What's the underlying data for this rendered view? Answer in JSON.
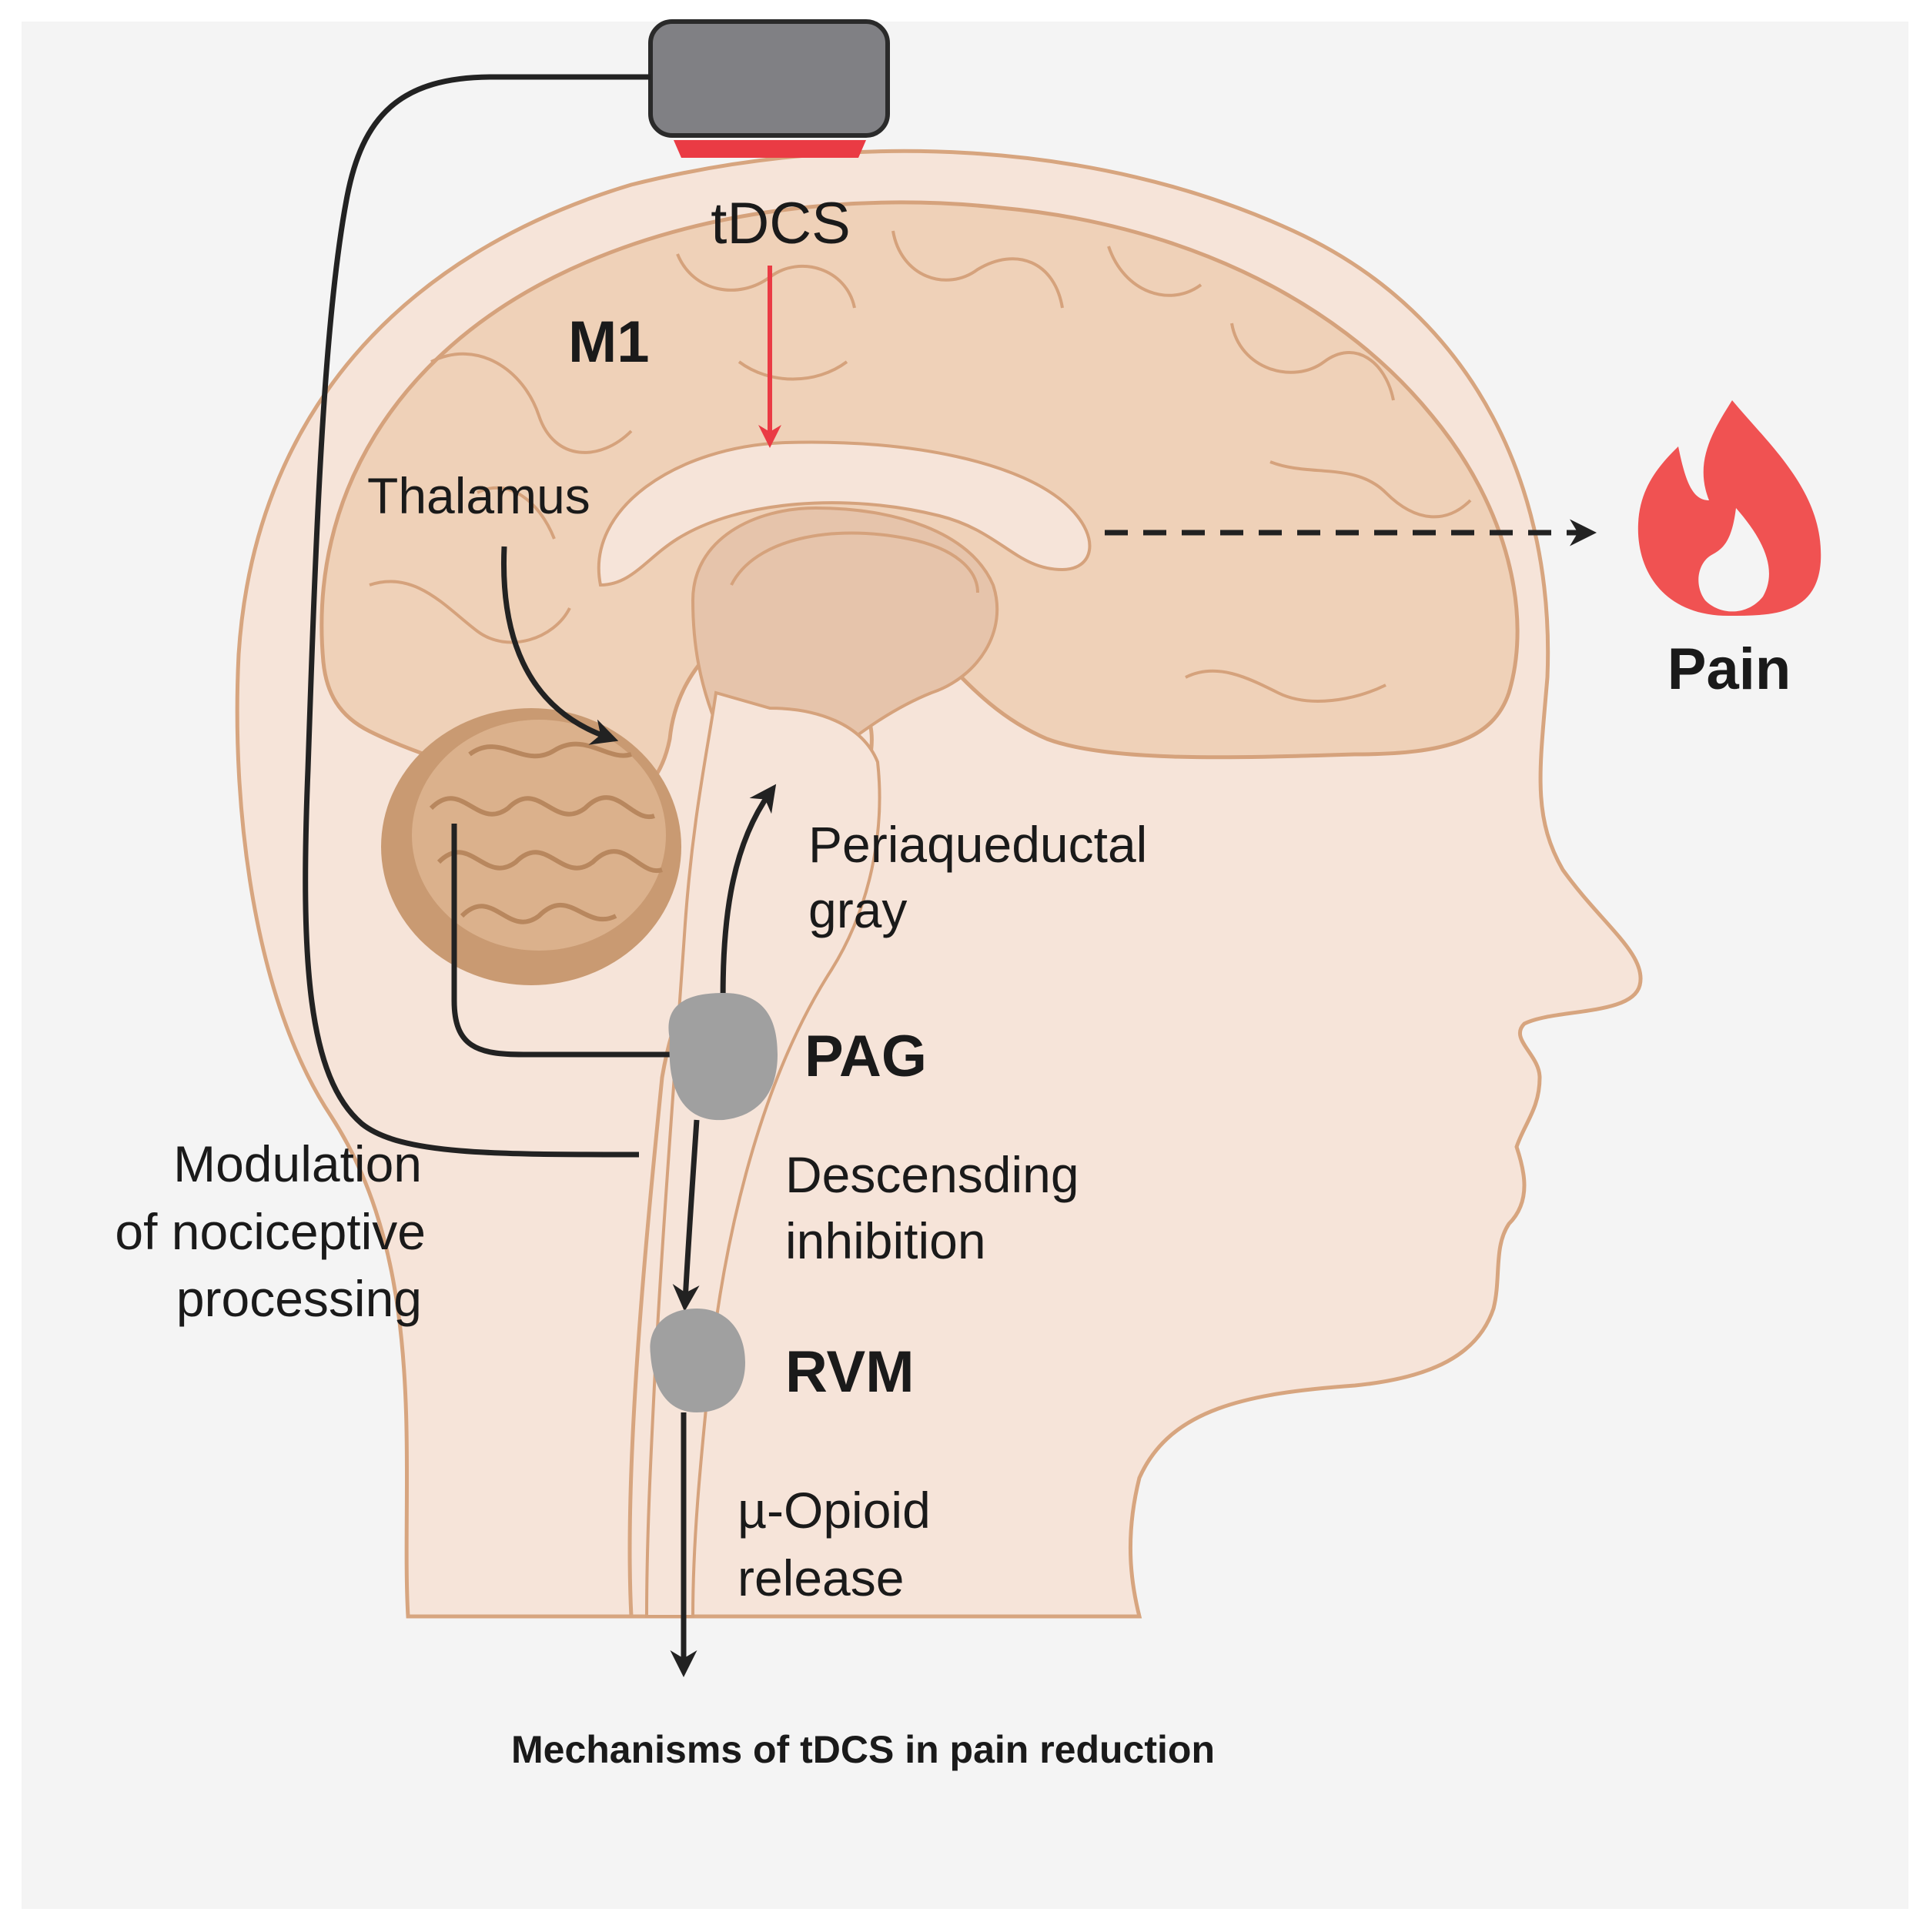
{
  "labels": {
    "tdcs": "tDCS",
    "m1": "M1",
    "thalamus": "Thalamus",
    "pain": "Pain",
    "periaqueductal_line1": "Periaqueductal",
    "periaqueductal_line2": "gray",
    "pag": "PAG",
    "descending_line1": "Descensding",
    "descending_line2": "inhibition",
    "rvm": "RVM",
    "modulation_line1": "Modulation",
    "modulation_line2": "of nociceptive",
    "modulation_line3": "processing",
    "opioid_line1": "µ-Opioid",
    "opioid_line2": "release"
  },
  "caption": "Mechanisms of tDCS in pain reduction",
  "icons": {
    "electrode": "tdcs-electrode-icon",
    "pain": "flame-icon"
  },
  "colors": {
    "background": "#f4f4f4",
    "skin": "#f6e4d9",
    "head_outline": "#d7a57f",
    "brain": "#efd1b8",
    "brain_outline": "#d5a27c",
    "cerebellum": "#c99a72",
    "nucleus": "#a0a0a0",
    "stimulation": "#ea3b44",
    "flame": "#f05252",
    "arrow": "#222222"
  }
}
